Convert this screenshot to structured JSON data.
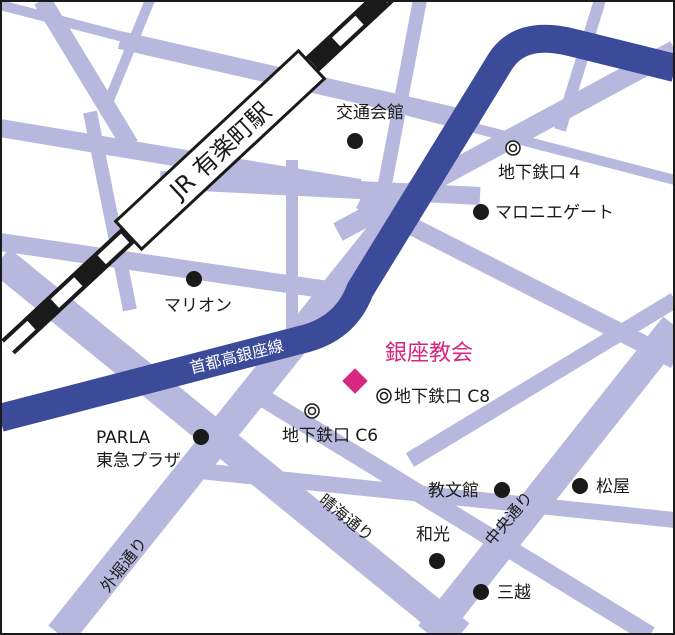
{
  "map": {
    "station": {
      "label": "JR 有楽町駅"
    },
    "highway": {
      "label": "首都高銀座線"
    },
    "destination": {
      "label": "銀座教会",
      "color": "#d6267f"
    },
    "colors": {
      "street": "#b8b8de",
      "highway": "#3c4a9a",
      "frame": "#1a1a1a"
    },
    "landmarks": [
      {
        "id": "kotsu-kaikan",
        "label": "交通会館",
        "icon": "filled-circle"
      },
      {
        "id": "exit-4",
        "label": "地下鉄口４",
        "icon": "double-circle"
      },
      {
        "id": "marronnier-gate",
        "label": "マロニエゲート",
        "icon": "filled-circle"
      },
      {
        "id": "marion",
        "label": "マリオン",
        "icon": "filled-circle"
      },
      {
        "id": "exit-c8",
        "label": "地下鉄口 C8",
        "icon": "double-circle"
      },
      {
        "id": "exit-c6",
        "label": "地下鉄口 C6",
        "icon": "double-circle"
      },
      {
        "id": "parla",
        "label": "PARLA",
        "icon": "filled-circle"
      },
      {
        "id": "tokyu-plaza",
        "label": "東急プラザ",
        "icon": "none"
      },
      {
        "id": "kyobunkan",
        "label": "教文館",
        "icon": "filled-circle"
      },
      {
        "id": "matsuya",
        "label": "松屋",
        "icon": "filled-circle"
      },
      {
        "id": "wako",
        "label": "和光",
        "icon": "filled-circle"
      },
      {
        "id": "mitsukoshi",
        "label": "三越",
        "icon": "filled-circle"
      }
    ],
    "roads": [
      {
        "id": "harumi-dori",
        "label": "晴海通り"
      },
      {
        "id": "chuo-dori",
        "label": "中央通り"
      },
      {
        "id": "sotobori-dori",
        "label": "外堀通り"
      }
    ]
  }
}
